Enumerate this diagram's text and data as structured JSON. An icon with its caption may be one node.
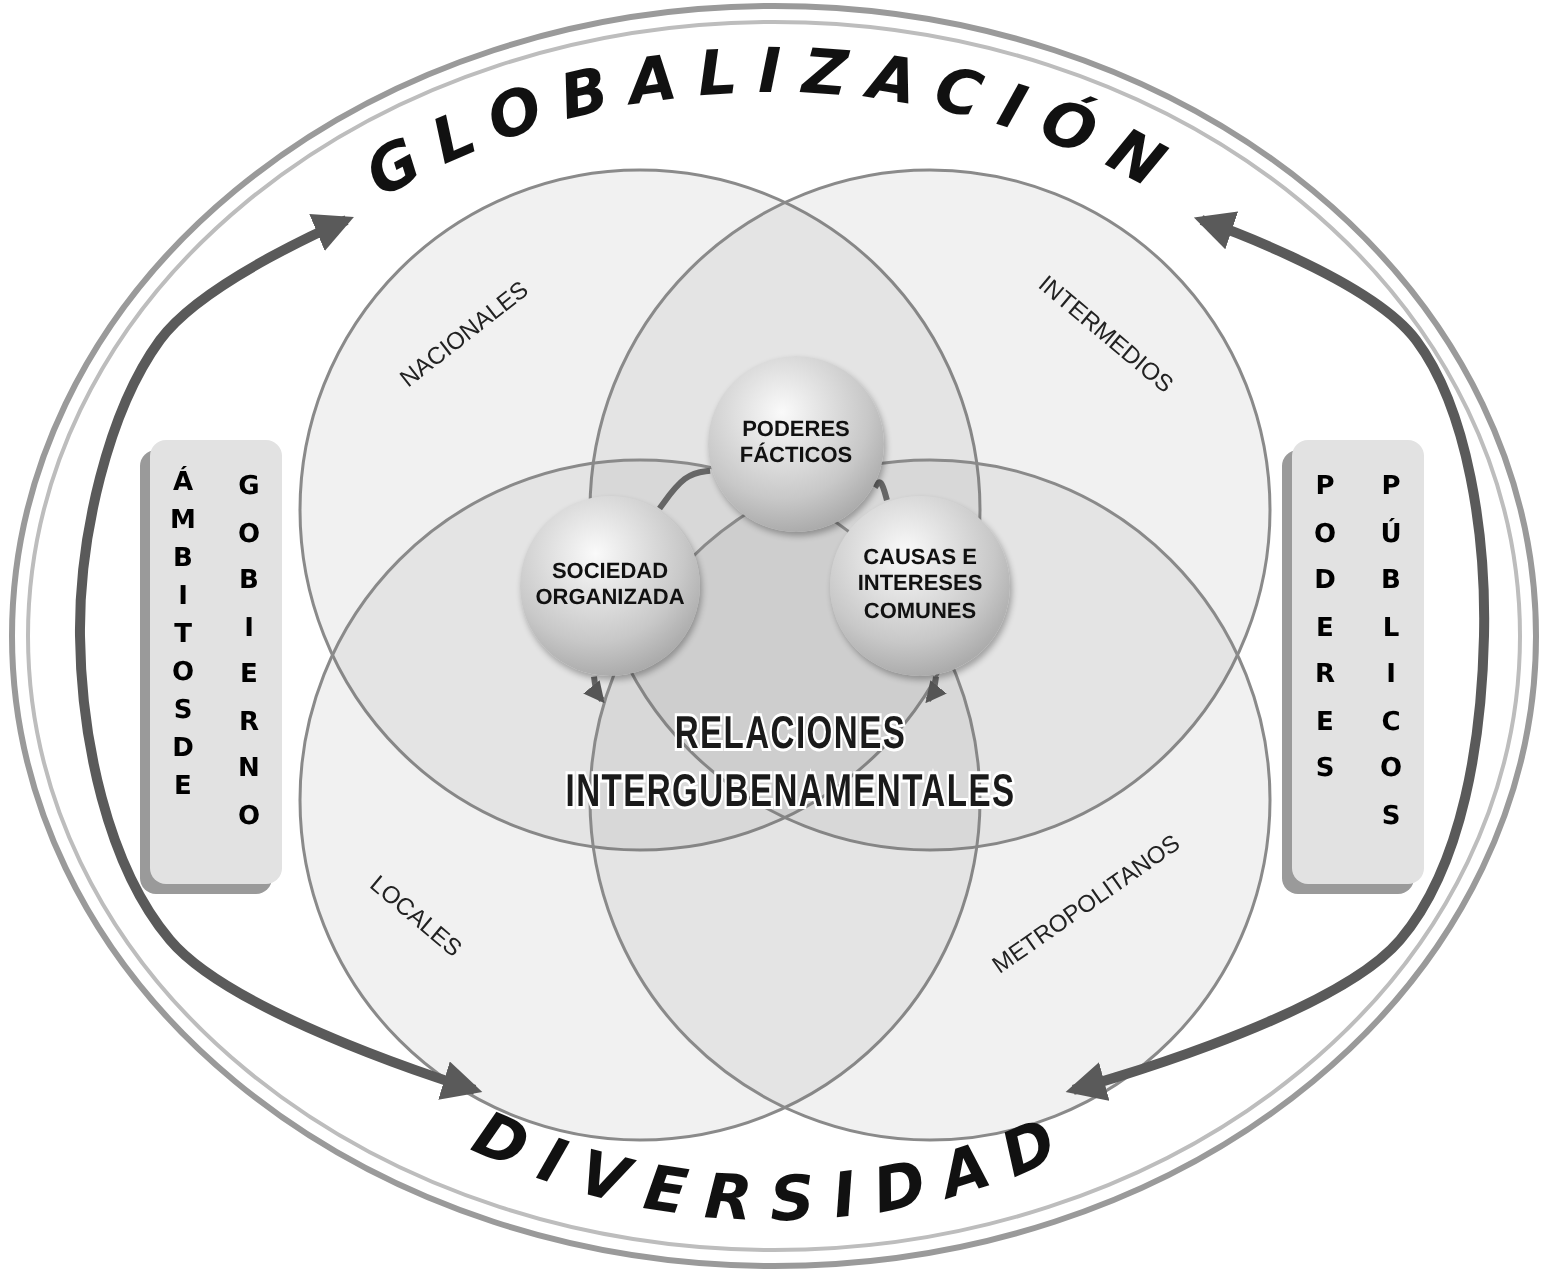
{
  "diagram": {
    "nodes": [
      {
        "text": [
          "GLOBALIZACIÓN"
        ]
      },
      {
        "text": [
          "DIVERSIDAD"
        ]
      },
      {
        "text": [
          "ÁMBITOS DE",
          "GOBIERNO"
        ]
      },
      {
        "text": [
          "PODERES",
          "PÚBLICOS"
        ]
      },
      {
        "text": [
          "PODERES FÁCTICOS"
        ]
      },
      {
        "text": [
          "SOCIEDAD ORGANIZADA"
        ]
      },
      {
        "text": [
          "CAUSAS E INTERESES COMUNES"
        ]
      },
      {
        "text": [
          "RELACIONES INTERGUBENAMENTALES"
        ]
      }
    ],
    "edges": [
      {
        "from": 0,
        "to": 1,
        "arrow": "both"
      },
      {
        "from": 0,
        "to": 1,
        "arrow": "both"
      },
      {
        "from": 5,
        "to": 4,
        "arrow": "none"
      },
      {
        "from": 4,
        "to": 6,
        "arrow": "none"
      },
      {
        "from": 5,
        "to": 7,
        "arrow": "to"
      },
      {
        "from": 6,
        "to": 7,
        "arrow": "to"
      }
    ],
    "labels": [
      "NACIONALES",
      "INTERMEDIOS",
      "LOCALES",
      "METROPOLITANOS"
    ]
  }
}
